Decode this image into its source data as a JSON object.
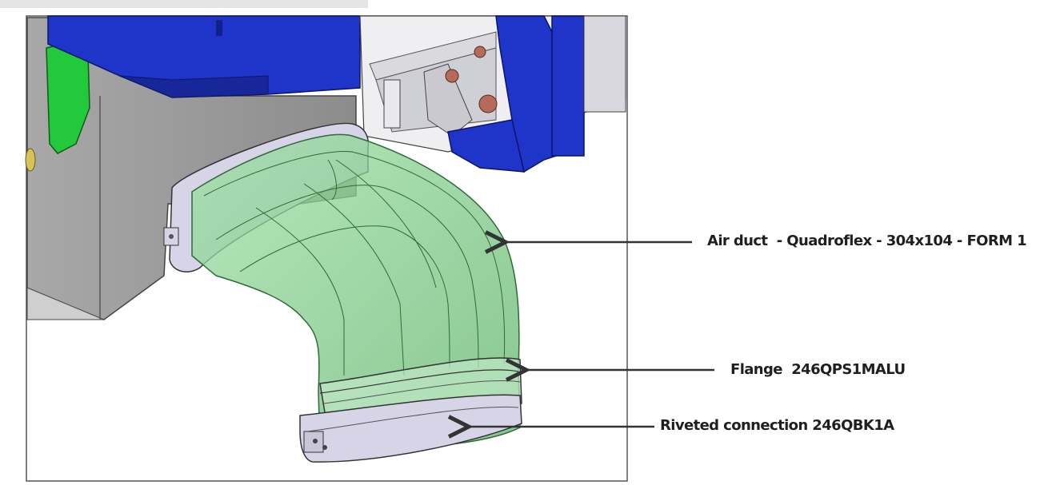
{
  "callouts": {
    "air_duct": "Air duct  - Quadroflex - 304x104 - FORM 1",
    "flange": "Flange  246QPS1MALU",
    "riveted_connection": "Riveted connection 246QBK1A"
  },
  "colors": {
    "housing_gray": "#9c9c9c",
    "assembly_blue": "#1f34c8",
    "duct_green": "#7fcf8a",
    "flange_lavender": "#d6d4e6",
    "clip_green": "#22c93a",
    "arrow": "#333333"
  },
  "icons": [
    "arrow-left-icon"
  ]
}
